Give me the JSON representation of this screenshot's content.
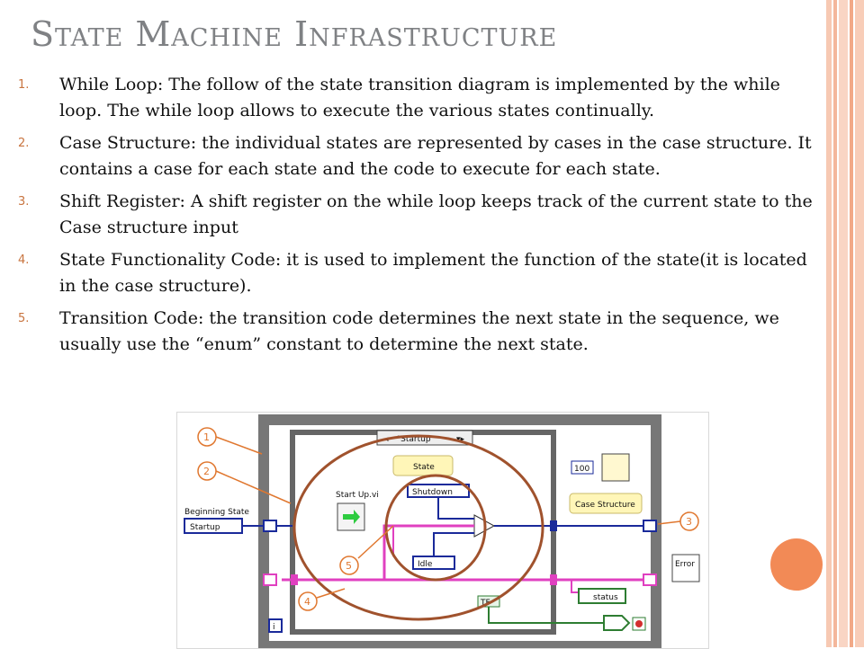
{
  "slide": {
    "title": "State Machine Infrastructure",
    "items": [
      {
        "number": "1.",
        "text": "While Loop: The follow of the state transition diagram is implemented by the while loop. The while loop allows to execute the various states continually."
      },
      {
        "number": "2.",
        "text": "Case Structure: the individual states are represented by cases in the case structure. It contains a case for each state and the code to execute for each state."
      },
      {
        "number": "3.",
        "text": "Shift Register: A shift register on the while loop keeps track of the current state to the Case structure input"
      },
      {
        "number": "4.",
        "text": "State Functionality Code:  it is used to implement the function of the state(it is located in the case structure)."
      },
      {
        "number": "5.",
        "text": "Transition Code: the transition code determines the next state in the sequence, we usually use the “enum” constant to determine the next state."
      }
    ]
  },
  "diagram": {
    "case_selector": "\"Startup\"",
    "state_label": "State",
    "startup_vi": "Start Up.vi",
    "shutdown_enum": "Shutdown",
    "idle_enum": "Idle",
    "beginning_state_label": "Beginning State",
    "beginning_state_value": "Startup",
    "case_structure_label": "Case Structure",
    "wait_value": "100",
    "status_label": "status",
    "error_label": "Error",
    "tf_label": "TF",
    "iteration_label": "i",
    "callouts": [
      "1",
      "2",
      "3",
      "4",
      "5"
    ]
  },
  "colors": {
    "accent_orange": "#f28a56",
    "title_gray": "#7f8184",
    "loop_brown": "#a0522d",
    "wire_pink": "#e040c0",
    "enum_blue": "#1a2a9a"
  }
}
